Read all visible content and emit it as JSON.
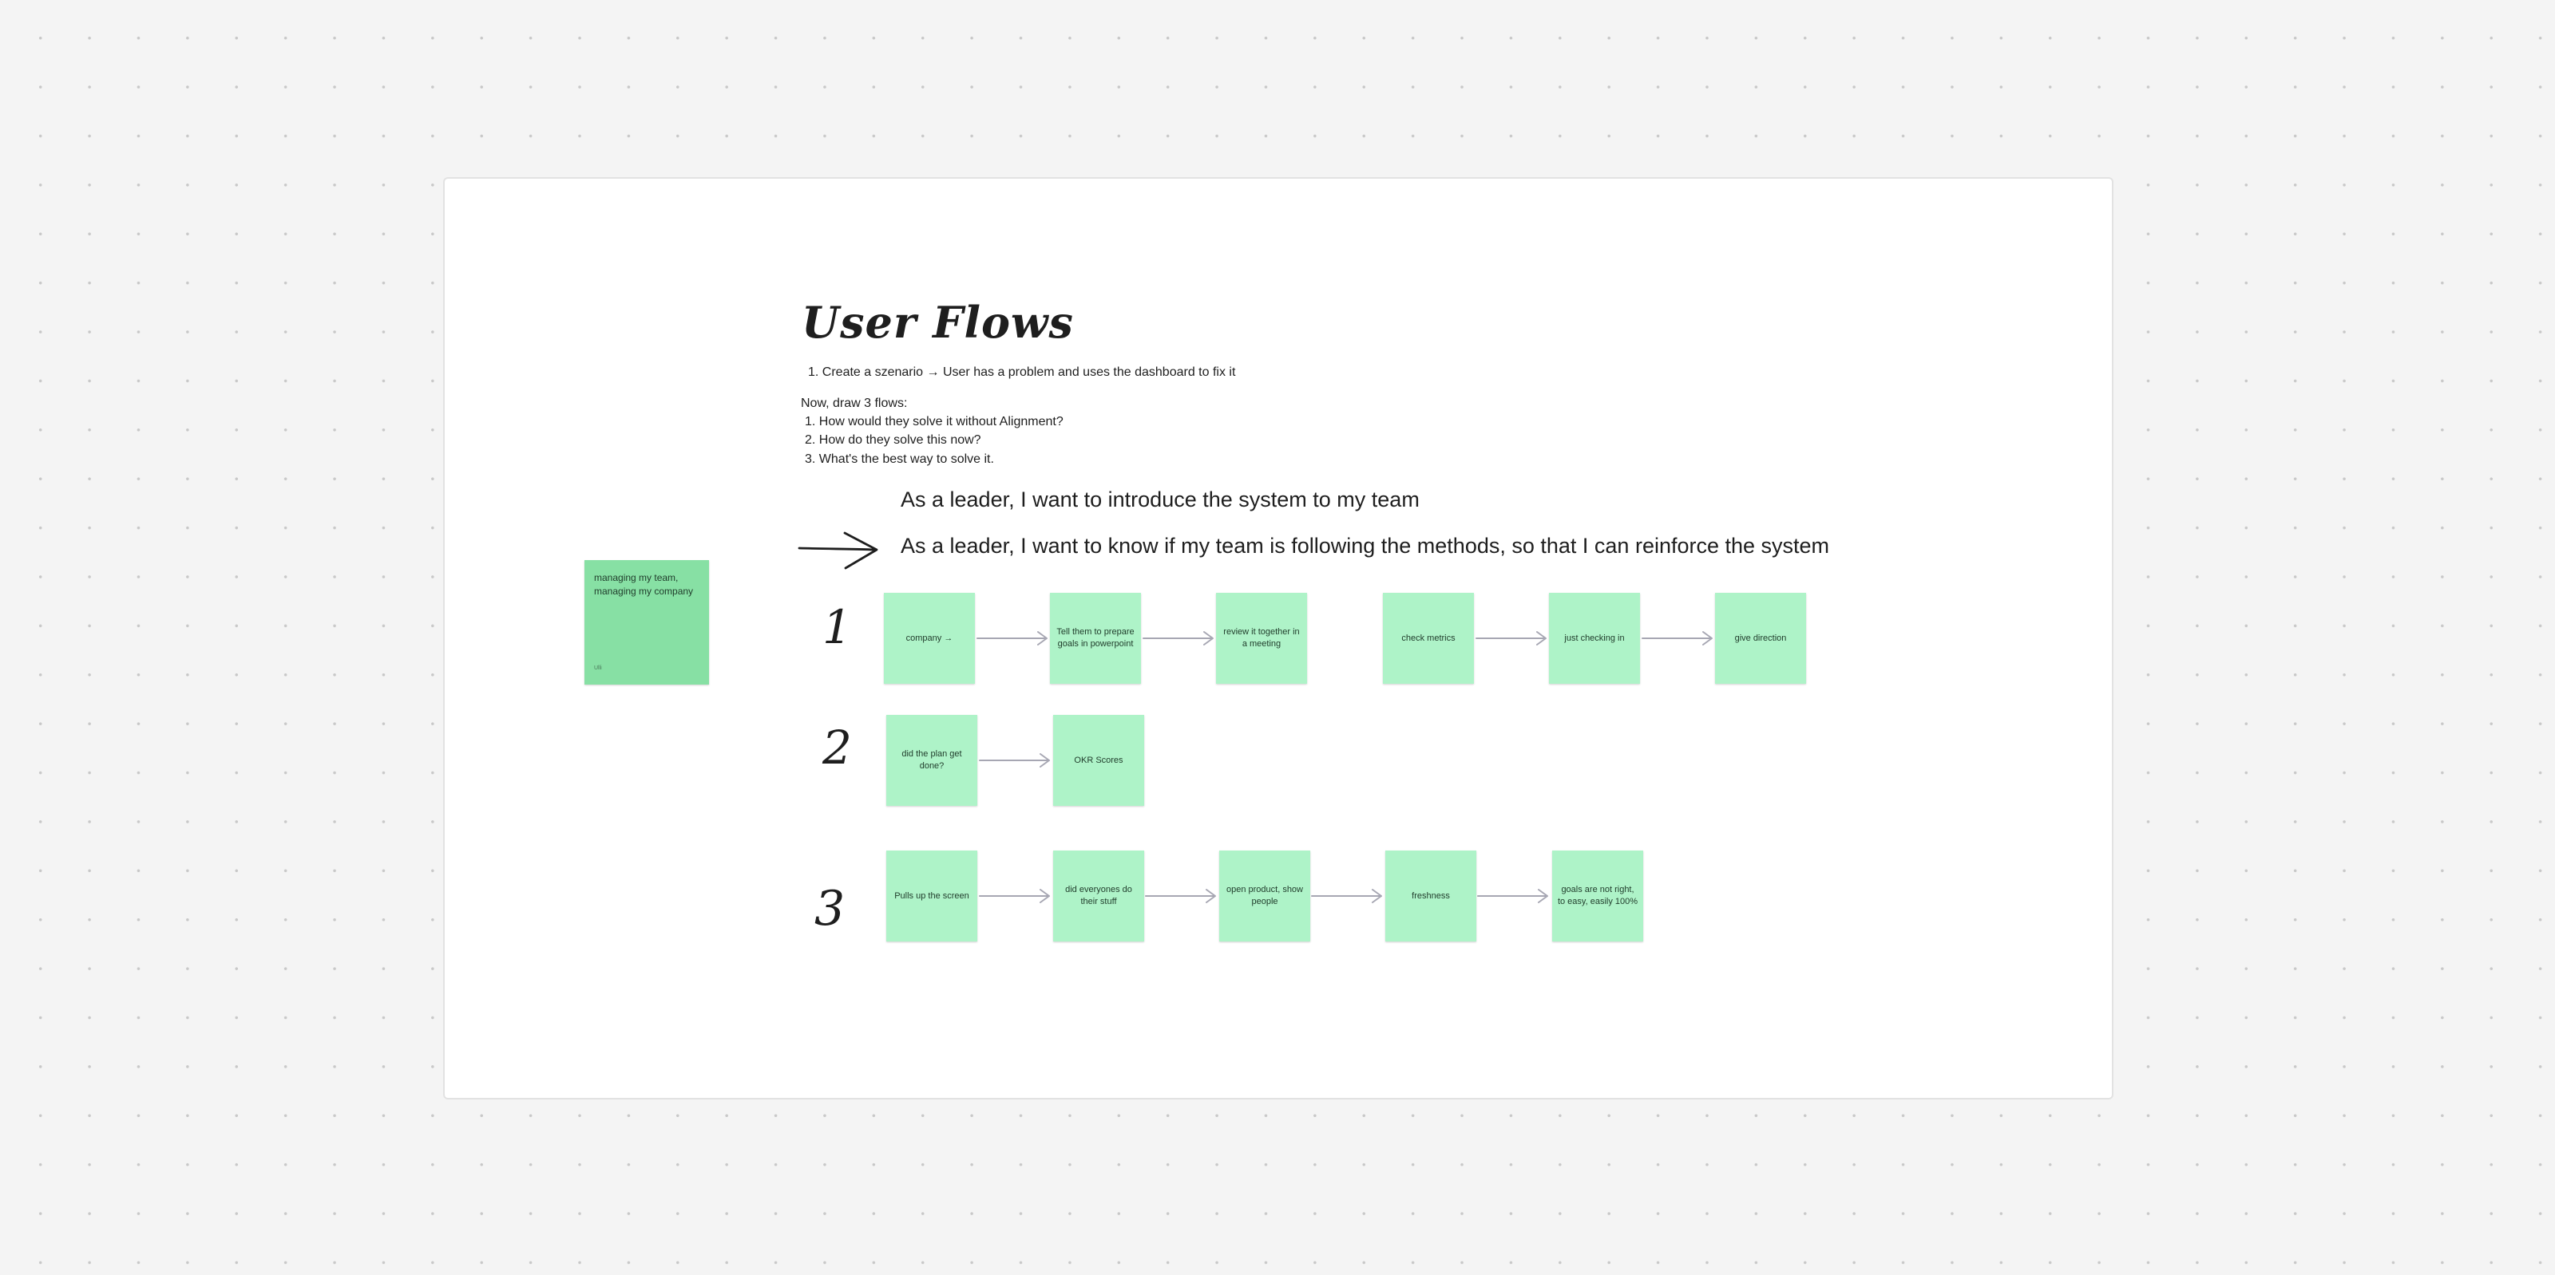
{
  "board": {
    "title": "User Flows",
    "instructions": {
      "step1": "1.  Create a szenario → User has a problem and uses the dashboard to fix it",
      "intro": "Now, draw 3 flows:",
      "flow_q1": "1.  How would they solve it without Alignment?",
      "flow_q2": "2.  How do they solve this now?",
      "flow_q3": "3.  What's the best way to solve it."
    },
    "stories": {
      "story1": "As a leader, I want to introduce the system to my team",
      "story2": "As a leader, I want to know if my team is following the methods, so that I can reinforce the system"
    },
    "side_sticky": {
      "text": "managing my team, managing my company",
      "author": "Ulli"
    },
    "flow_labels": {
      "one": "1",
      "two": "2",
      "three": "3"
    },
    "flow1": [
      "company →",
      "Tell them to prepare goals in powerpoint",
      "review it together in a meeting",
      "check metrics",
      "just checking in",
      "give direction"
    ],
    "flow2": [
      "did the plan get done?",
      "OKR Scores"
    ],
    "flow3": [
      "Pulls up the screen",
      "did everyones do their stuff",
      "open product, show people",
      "freshness",
      "goals are not right, to easy, easily 100%"
    ]
  },
  "colors": {
    "canvas": "#f4f4f4",
    "frame": "#ffffff",
    "sticky": "#aef3c8",
    "sticky_dark": "#87e0a4",
    "connector": "#a7a7b3"
  }
}
